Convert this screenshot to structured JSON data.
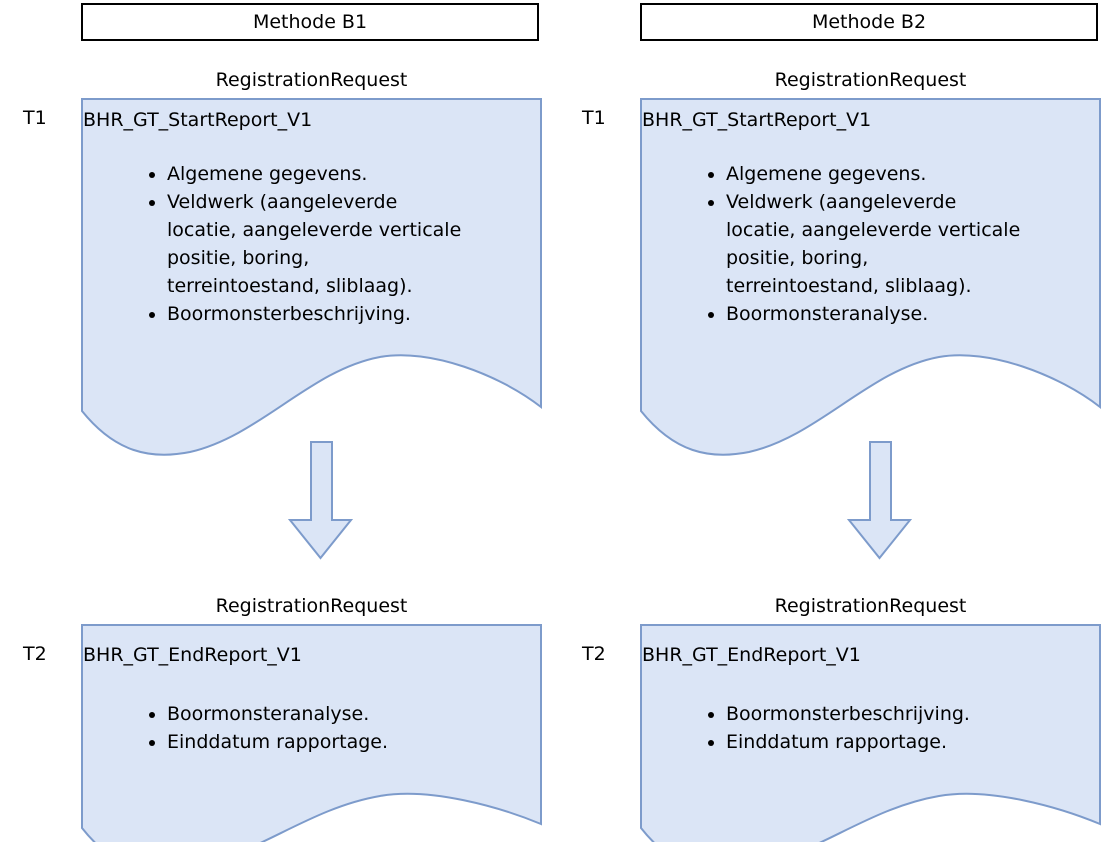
{
  "colors": {
    "document_fill": "#dbe5f6",
    "document_border": "#7d9bcb",
    "arrow_fill": "#dbe5f6",
    "arrow_border": "#7d9bcb",
    "header_fill": "#ffffff",
    "header_border": "#000000",
    "text": "#000000"
  },
  "columns": [
    {
      "header": "Methode B1",
      "stages": [
        {
          "time_label": "T1",
          "request_label": "RegistrationRequest",
          "document_title": "BHR_GT_StartReport_V1",
          "bullets": [
            "Algemene gegevens.",
            "Veldwerk (aangeleverde\nlocatie, aangeleverde verticale\npositie, boring,\nterreintoestand, sliblaag).",
            "Boormonsterbeschrijving."
          ]
        },
        {
          "time_label": "T2",
          "request_label": "RegistrationRequest",
          "document_title": "BHR_GT_EndReport_V1",
          "bullets": [
            "Boormonsteranalyse.",
            "Einddatum rapportage."
          ]
        }
      ]
    },
    {
      "header": "Methode B2",
      "stages": [
        {
          "time_label": "T1",
          "request_label": "RegistrationRequest",
          "document_title": "BHR_GT_StartReport_V1",
          "bullets": [
            "Algemene gegevens.",
            "Veldwerk (aangeleverde\nlocatie, aangeleverde verticale\npositie, boring,\nterreintoestand, sliblaag).",
            "Boormonsteranalyse."
          ]
        },
        {
          "time_label": "T2",
          "request_label": "RegistrationRequest",
          "document_title": "BHR_GT_EndReport_V1",
          "bullets": [
            "Boormonsterbeschrijving.",
            "Einddatum rapportage."
          ]
        }
      ]
    }
  ]
}
